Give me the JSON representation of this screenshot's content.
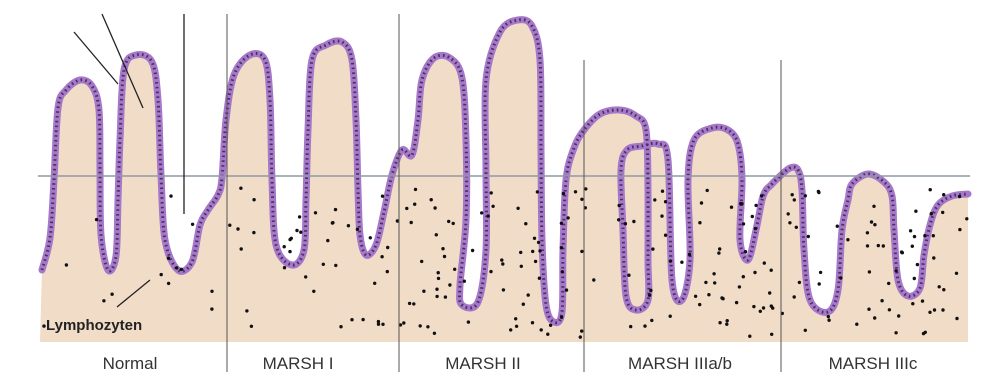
{
  "figure": {
    "annotation_label": "Lymphozyten",
    "stages": [
      {
        "label": "Normal"
      },
      {
        "label": "MARSH I"
      },
      {
        "label": "MARSH II"
      },
      {
        "label": "MARSH IIIa/b"
      },
      {
        "label": "MARSH IIIc"
      }
    ]
  },
  "colors": {
    "tissue": "#f1dcc8",
    "epithelium": "#a678c9",
    "lymphocyte": "#111111",
    "divider": "#555555",
    "reference_line": "#8d9aa6"
  }
}
